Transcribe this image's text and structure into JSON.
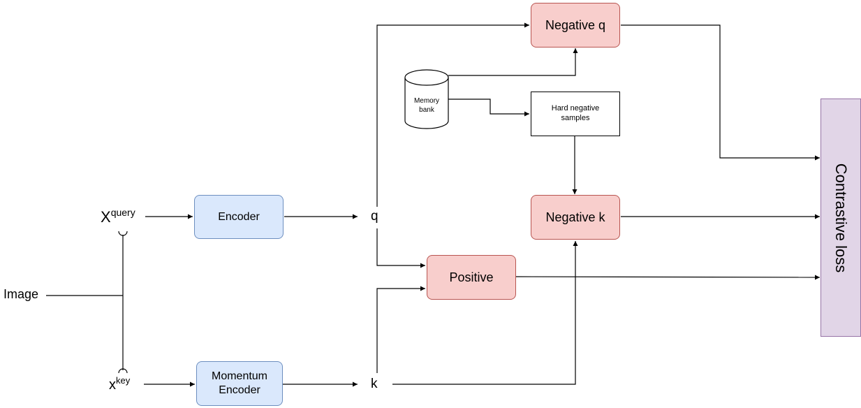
{
  "inputs": {
    "image": "Image",
    "x_query_base": "X",
    "x_query_sup": "query",
    "x_key_base": "x",
    "x_key_sup": "key"
  },
  "encoders": {
    "encoder": "Encoder",
    "momentum_line1": "Momentum",
    "momentum_line2": "Encoder"
  },
  "features": {
    "q": "q",
    "k": "k"
  },
  "memory_bank": {
    "line1": "Memory",
    "line2": "bank"
  },
  "hard_negative": {
    "line1": "Hard negative",
    "line2": "samples"
  },
  "pairs": {
    "negative_q": "Negative q",
    "negative_k": "Negative k",
    "positive": "Positive"
  },
  "loss": {
    "label": "Contrastive loss"
  },
  "colors": {
    "encoder_fill": "#dae8fc",
    "encoder_stroke": "#6c8ebf",
    "pair_fill": "#f8cecc",
    "pair_stroke": "#b85450",
    "loss_fill": "#e1d5e7",
    "loss_stroke": "#9673a6"
  }
}
